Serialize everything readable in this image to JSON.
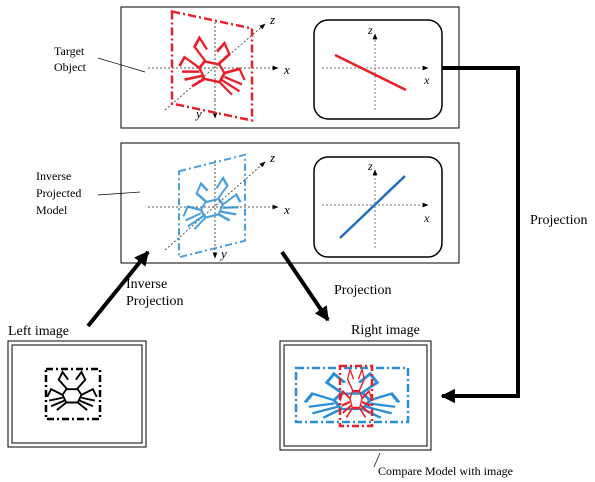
{
  "panels": {
    "target": {
      "caption_lines": [
        "Target",
        "Object"
      ],
      "axis_labels": {
        "x": "x",
        "y": "y",
        "z": "z"
      },
      "inset_axis_labels": {
        "x": "x",
        "z": "z"
      }
    },
    "inverse": {
      "caption_lines": [
        "Inverse",
        "Projected",
        "Model"
      ],
      "axis_labels": {
        "x": "x",
        "y": "y",
        "z": "z"
      },
      "inset_axis_labels": {
        "x": "x",
        "z": "z"
      }
    }
  },
  "images": {
    "left": {
      "title": "Left image"
    },
    "right": {
      "title": "Right image",
      "caption": "Compare Model with image"
    }
  },
  "arrows": {
    "inverse_projection_lines": [
      "Inverse",
      "Projection"
    ],
    "projection_middle": "Projection",
    "projection_right": "Projection"
  },
  "colors": {
    "target_red": "#e8202a",
    "model_blue": "#2a8fd6",
    "ink": "#000000"
  }
}
